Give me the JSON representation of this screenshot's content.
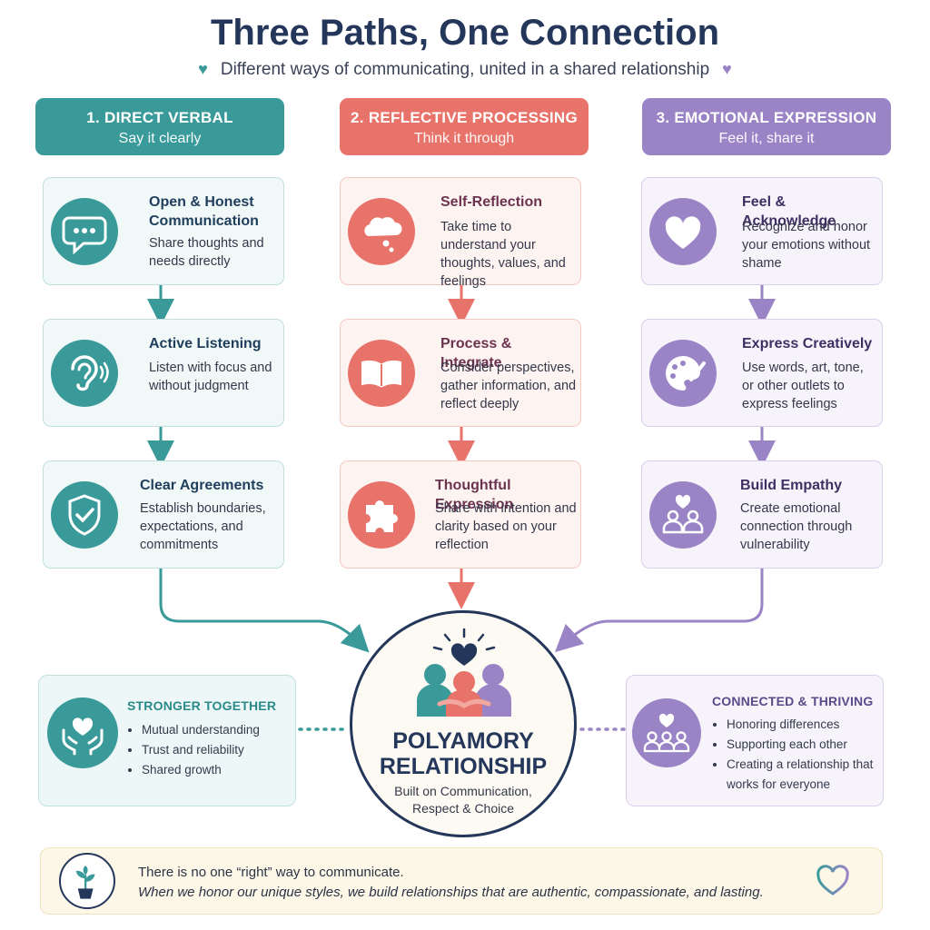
{
  "title": "Three Paths, One Connection",
  "subtitle": "Different ways of communicating, united in a shared relationship",
  "colors": {
    "teal": "#3a9a9a",
    "coral": "#e8736a",
    "purple": "#9b84c6",
    "navy": "#24375a"
  },
  "columns": [
    {
      "header": "1. DIRECT VERBAL",
      "sub": "Say it clearly",
      "cards": [
        {
          "icon": "speech-bubble-icon",
          "title": "Open & Honest Communication",
          "desc": "Share thoughts and needs directly"
        },
        {
          "icon": "ear-icon",
          "title": "Active Listening",
          "desc": "Listen with focus and without judgment"
        },
        {
          "icon": "shield-check-icon",
          "title": "Clear Agreements",
          "desc": "Establish boundaries, expectations, and commitments"
        }
      ]
    },
    {
      "header": "2. REFLECTIVE PROCESSING",
      "sub": "Think it through",
      "cards": [
        {
          "icon": "thought-cloud-icon",
          "title": "Self-Reflection",
          "desc": "Take time to understand your thoughts, values, and feelings"
        },
        {
          "icon": "book-icon",
          "title": "Process & Integrate",
          "desc": "Consider perspectives, gather information, and reflect deeply"
        },
        {
          "icon": "puzzle-piece-icon",
          "title": "Thoughtful Expression",
          "desc": "Share with intention and clarity based on your reflection"
        }
      ]
    },
    {
      "header": "3. EMOTIONAL EXPRESSION",
      "sub": "Feel it, share it",
      "cards": [
        {
          "icon": "heart-icon",
          "title": "Feel & Acknowledge",
          "desc": "Recognize and honor your emotions without shame"
        },
        {
          "icon": "palette-icon",
          "title": "Express Creatively",
          "desc": "Use words, art, tone, or other outlets to express feelings"
        },
        {
          "icon": "people-heart-icon",
          "title": "Build Empathy",
          "desc": "Create emotional connection through vulnerability"
        }
      ]
    }
  ],
  "left_panel": {
    "title": "STRONGER TOGETHER",
    "items": [
      "Mutual understanding",
      "Trust and reliability",
      "Shared growth"
    ]
  },
  "right_panel": {
    "title": "CONNECTED & THRIVING",
    "items": [
      "Honoring differences",
      "Supporting each other",
      "Creating a relationship that works for everyone"
    ]
  },
  "center": {
    "line1": "POLYAMORY",
    "line2": "RELATIONSHIP",
    "sub1": "Built on Communication,",
    "sub2": "Respect & Choice"
  },
  "footer": {
    "line1": "There is no one “right” way to communicate.",
    "line2": "When we honor our unique styles, we build relationships that are authentic, compassionate, and lasting."
  }
}
